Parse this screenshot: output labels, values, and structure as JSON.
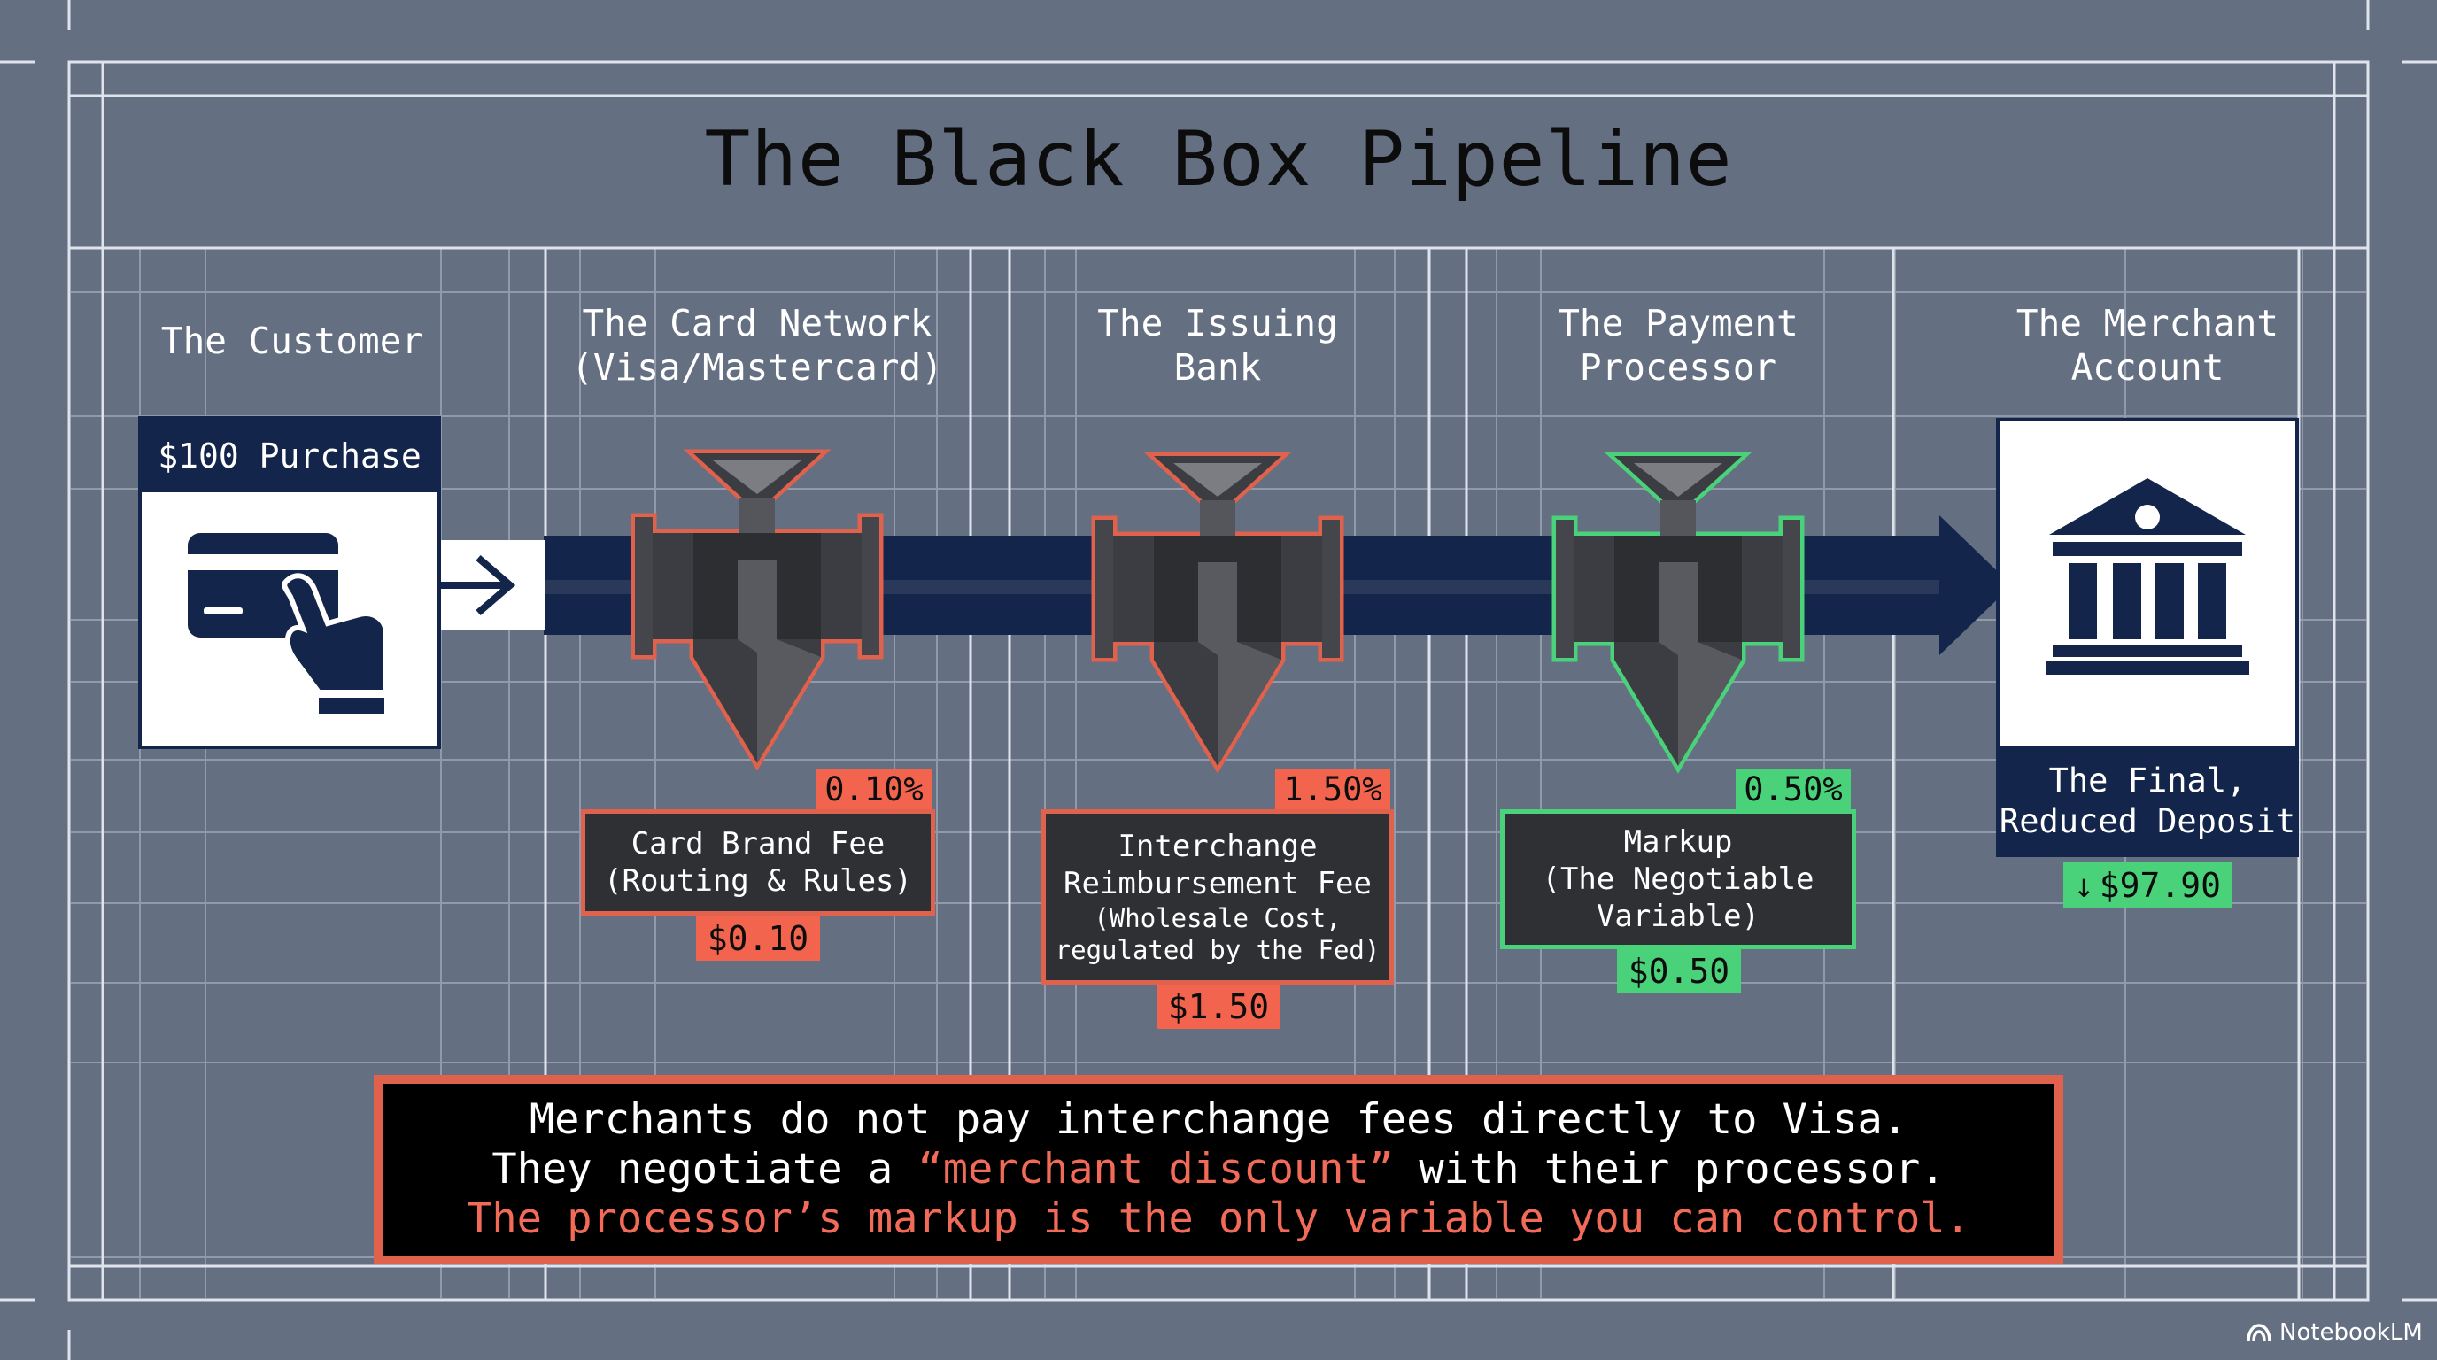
{
  "title": "The Black Box Pipeline",
  "colors": {
    "background": "#646f82",
    "grid": "#c8cfdb",
    "navy": "#13254a",
    "fee_red": "#e0614c",
    "fee_green": "#4ad27a",
    "dark_panel": "#2f3034",
    "valve_body": "#3b3d42"
  },
  "stages": [
    {
      "label": "The Customer",
      "badge": "$100 Purchase",
      "icon": "card-in-hand-icon"
    },
    {
      "label": "The Card Network\n(Visa/Mastercard)",
      "icon": "valve-icon",
      "accent": "red",
      "percent": "0.10%",
      "fee_label": "Card Brand Fee\n(Routing & Rules)",
      "amount": "$0.10"
    },
    {
      "label": "The Issuing\nBank",
      "icon": "valve-icon",
      "accent": "red",
      "percent": "1.50%",
      "fee_label": "Interchange\nReimbursement Fee",
      "fee_note": "(Wholesale Cost,\nregulated by the Fed)",
      "amount": "$1.50"
    },
    {
      "label": "The Payment\nProcessor",
      "icon": "valve-icon",
      "accent": "green",
      "percent": "0.50%",
      "fee_label": "Markup\n(The Negotiable\nVariable)",
      "amount": "$0.50"
    },
    {
      "label": "The Merchant\nAccount",
      "icon": "bank-building-icon",
      "deposit_label": "The Final,\nReduced Deposit",
      "deposit_icon": "down-arrow-icon",
      "deposit_amount": "$97.90"
    }
  ],
  "callout": {
    "line1": "Merchants do not pay interchange fees directly to Visa.",
    "line2_prefix": "They negotiate a ",
    "line2_highlight": "“merchant discount”",
    "line2_suffix": " with their processor.",
    "line3": "The processor’s markup is the only variable you can control."
  },
  "footer": {
    "brand": "NotebookLM",
    "brand_icon": "notebooklm-logo-icon"
  }
}
